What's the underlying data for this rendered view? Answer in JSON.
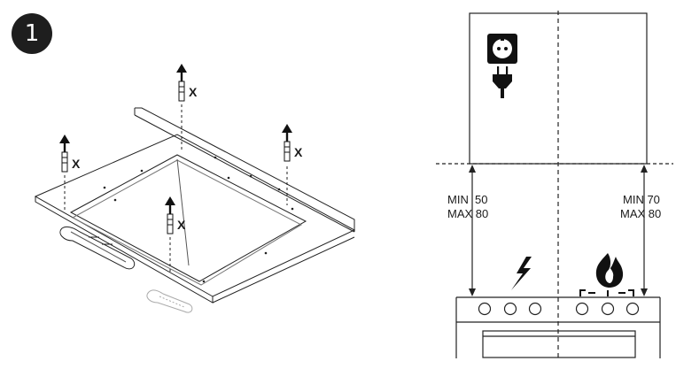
{
  "step": {
    "number": "1"
  },
  "screws": [
    {
      "label": "X"
    },
    {
      "label": "X"
    },
    {
      "label": "X"
    },
    {
      "label": "X"
    }
  ],
  "clearances": {
    "electric": {
      "min": "MIN  50",
      "max": "MAX 80"
    },
    "gas": {
      "min": "MIN 70",
      "max": "MAX 80"
    }
  },
  "icons": {
    "socket": "power-socket-icon",
    "plug": "power-plug-icon",
    "electric": "lightning-bolt-icon",
    "gas": "flame-icon"
  }
}
